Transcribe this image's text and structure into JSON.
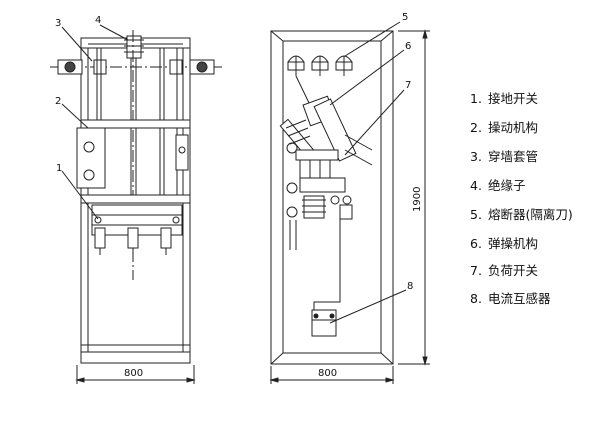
{
  "callouts": {
    "left_1": "1",
    "left_2": "2",
    "left_3": "3",
    "left_4": "4",
    "right_5": "5",
    "right_6": "6",
    "right_7": "7",
    "right_8": "8"
  },
  "dimensions": {
    "left_width": "800",
    "right_width": "800",
    "height": "1900"
  },
  "legend": [
    {
      "num": "1.",
      "label": "接地开关"
    },
    {
      "num": "2.",
      "label": "操动机构"
    },
    {
      "num": "3.",
      "label": "穿墙套管"
    },
    {
      "num": "4.",
      "label": "绝缘子"
    },
    {
      "num": "5.",
      "label": "熔断器(隔离刀)"
    },
    {
      "num": "6.",
      "label": "弹操机构"
    },
    {
      "num": "7.",
      "label": "负荷开关"
    },
    {
      "num": "8.",
      "label": "电流互感器"
    }
  ]
}
